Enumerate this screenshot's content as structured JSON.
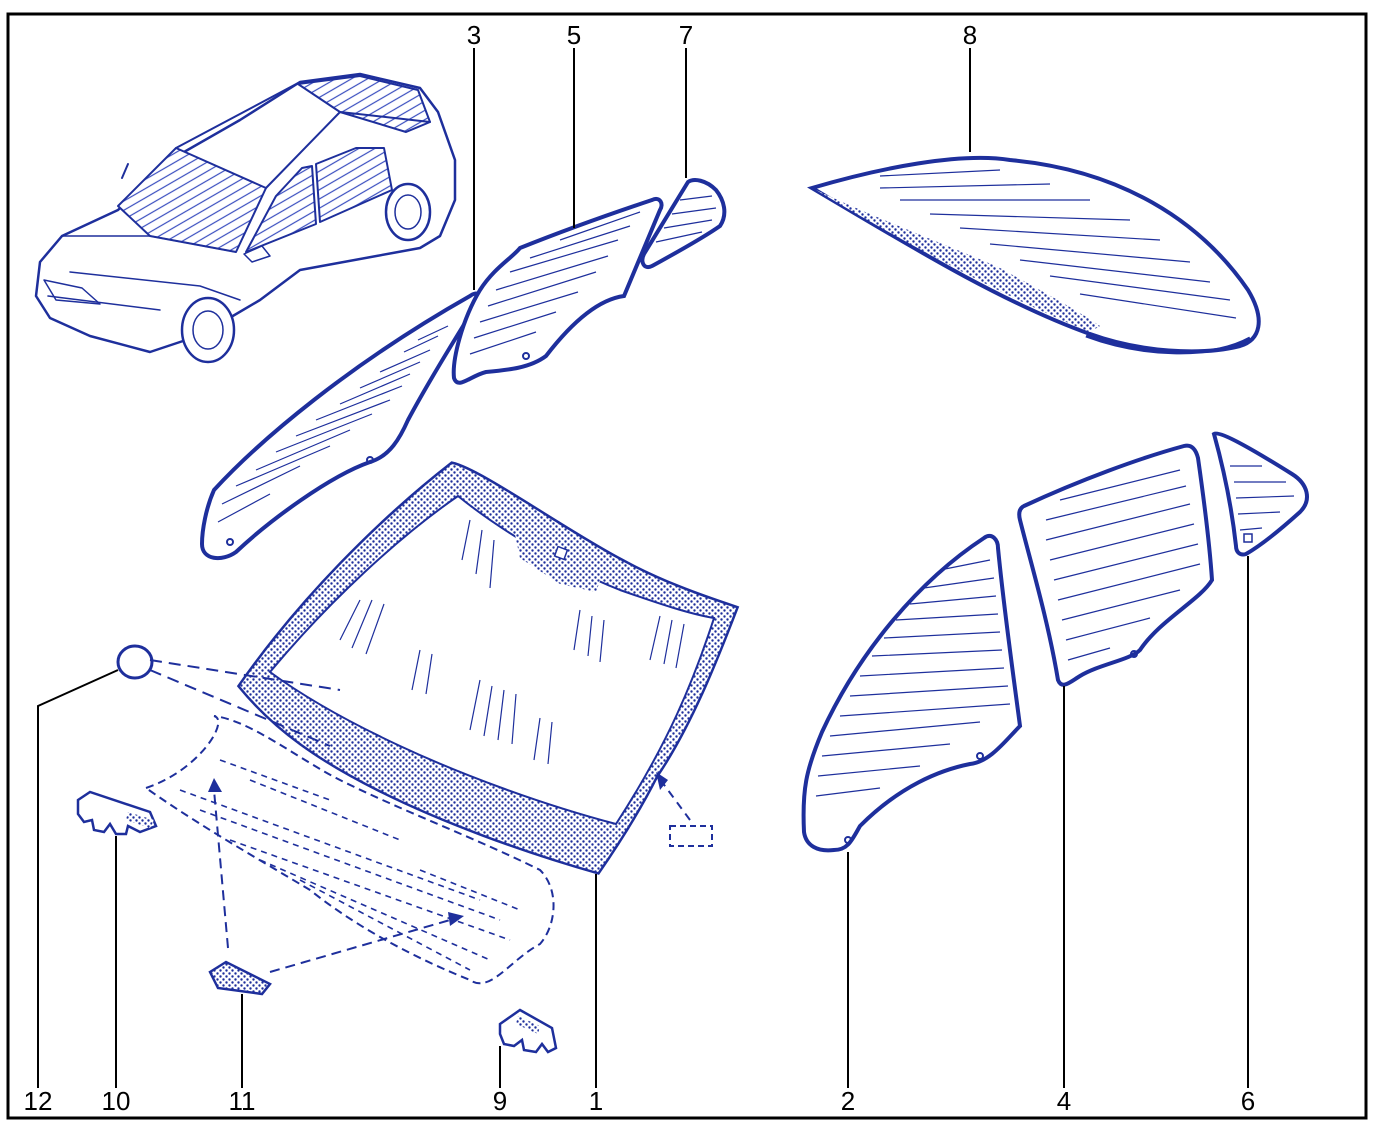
{
  "colors": {
    "ink": "#1e2f9c",
    "ink_light": "#3b4fc0",
    "frame": "#000000",
    "label": "#000000",
    "background": "#ffffff"
  },
  "callouts": [
    {
      "id": "1",
      "text": "1"
    },
    {
      "id": "2",
      "text": "2"
    },
    {
      "id": "3",
      "text": "3"
    },
    {
      "id": "4",
      "text": "4"
    },
    {
      "id": "5",
      "text": "5"
    },
    {
      "id": "6",
      "text": "6"
    },
    {
      "id": "7",
      "text": "7"
    },
    {
      "id": "8",
      "text": "8"
    },
    {
      "id": "9",
      "text": "9"
    },
    {
      "id": "10",
      "text": "10"
    },
    {
      "id": "11",
      "text": "11"
    },
    {
      "id": "12",
      "text": "12"
    }
  ]
}
